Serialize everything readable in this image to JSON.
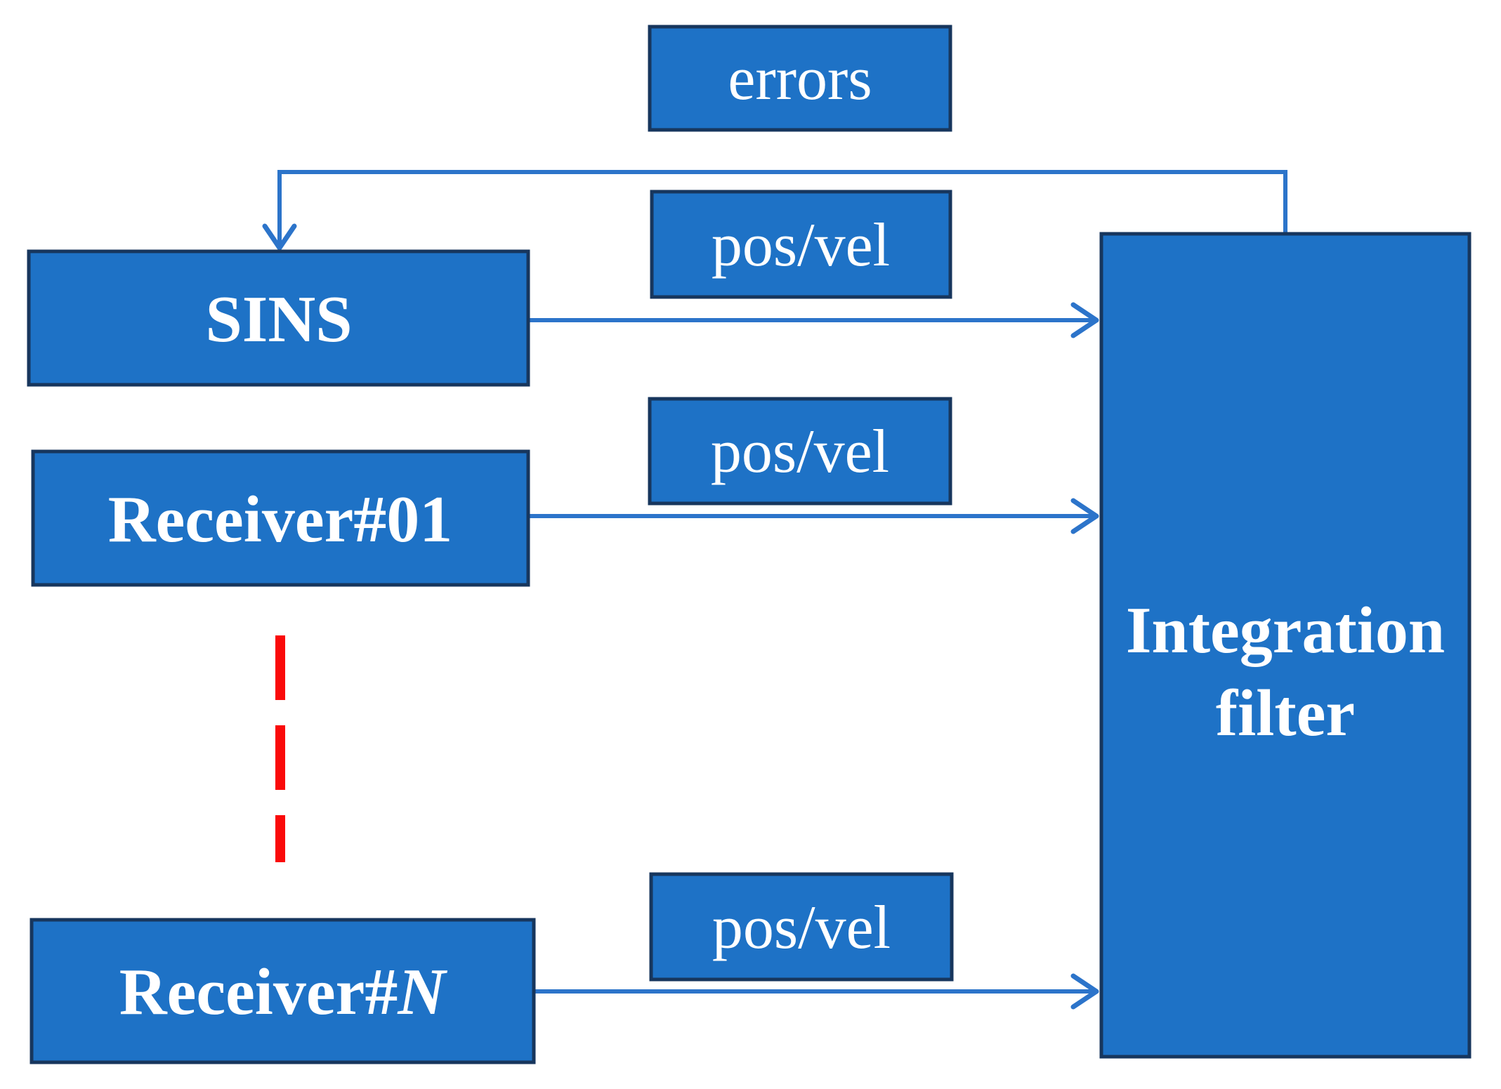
{
  "diagram": {
    "boxes": {
      "errors": {
        "label": "errors"
      },
      "posvel_top": {
        "label": "pos/vel"
      },
      "posvel_mid": {
        "label": "pos/vel"
      },
      "posvel_bot": {
        "label": "pos/vel"
      },
      "sins": {
        "label": "SINS"
      },
      "receiver01": {
        "label": "Receiver#01"
      },
      "receiverN": {
        "prefix": "Receiver#",
        "suffix": "N"
      },
      "integration": {
        "line1": "Integration",
        "line2": "filter"
      }
    },
    "colors": {
      "box_fill": "#1e72c6",
      "box_border": "#17365d",
      "arrow": "#2c74ca",
      "dashed_red": "#fa0a0a",
      "label_text": "#ffffff",
      "background": "#ffffff"
    }
  }
}
